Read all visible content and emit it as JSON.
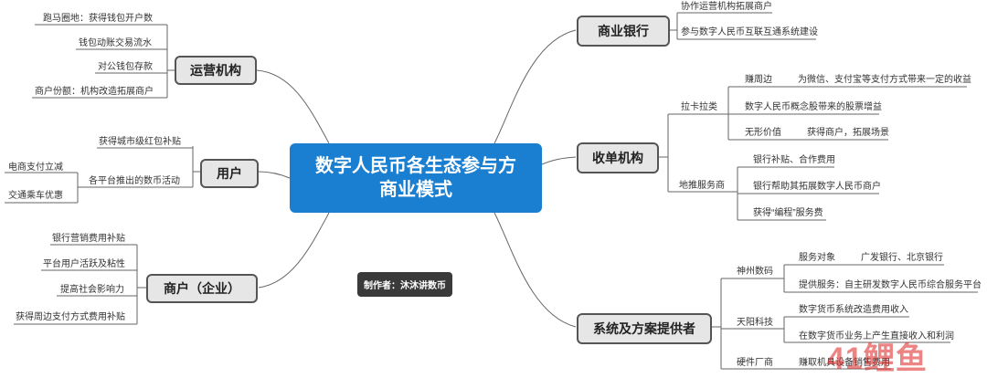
{
  "center": {
    "line1": "数字人民币各生态参与方",
    "line2": "商业模式"
  },
  "author": "制作者：沐沐讲数币",
  "watermark": "41鲤鱼",
  "left": {
    "operators": {
      "label": "运营机构",
      "items": [
        "跑马圈地：获得钱包开户数",
        "钱包动账交易流水",
        "对公钱包存款",
        "商户份额：机构改造拓展商户"
      ]
    },
    "users": {
      "label": "用户",
      "items": [
        "获得城市级红包补贴",
        "各平台推出的数币活动"
      ],
      "sub": [
        "电商支付立减",
        "交通乘车优惠"
      ]
    },
    "merchants": {
      "label": "商户（企业）",
      "items": [
        "银行营销费用补贴",
        "平台用户活跃及粘性",
        "提高社会影响力",
        "获得周边支付方式费用补贴"
      ]
    }
  },
  "right": {
    "banks": {
      "label": "商业银行",
      "items": [
        "协作运营机构拓展商户",
        "参与数字人民币互联互通系统建设"
      ]
    },
    "acquirers": {
      "label": "收单机构",
      "card": {
        "label": "拉卡拉类",
        "items": [
          {
            "label": "赚周边",
            "detail": "为微信、支付宝等支付方式带来一定的收益"
          },
          {
            "label": "数字人民币概念股带来的股票增益"
          },
          {
            "label": "无形价值",
            "detail": "获得商户，拓展场景"
          }
        ]
      },
      "push": {
        "label": "地推服务商",
        "items": [
          "银行补贴、合作费用",
          "银行帮助其拓展数字人民币商户",
          "获得“编程”服务费"
        ]
      }
    },
    "providers": {
      "label": "系统及方案提供者",
      "shenzhou": {
        "label": "神州数码",
        "items": [
          {
            "label": "服务对象",
            "detail": "广发银行、北京银行"
          },
          {
            "label": "提供服务：自主研发数字人民币综合服务平台"
          }
        ]
      },
      "tianyang": {
        "label": "天阳科技",
        "items": [
          "数字货币系统改造费用收入",
          "在数字货币业务上产生直接收入和利润"
        ]
      },
      "hardware": {
        "label": "硬件厂商",
        "detail": "赚取机具设备销售费用"
      }
    }
  }
}
